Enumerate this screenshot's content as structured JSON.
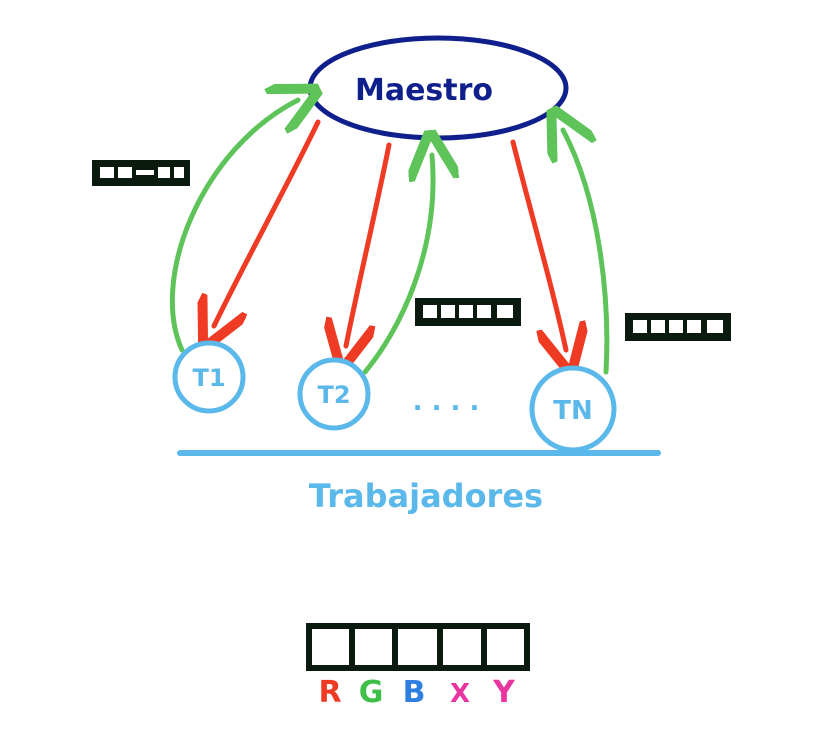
{
  "master": {
    "label": "Maestro",
    "color": "#0f1f8c"
  },
  "workers": [
    {
      "label": "T1"
    },
    {
      "label": "T2"
    },
    {
      "label": "TN"
    }
  ],
  "ellipsis": ". . . .",
  "workers_group_label": "Trabajadores",
  "worker_color": "#5bb8ea",
  "task_arrow_color": "#ef3b24",
  "result_arrow_color": "#5ec45a",
  "packet_color": "#0b1a0e",
  "legend_letters": [
    {
      "char": "R",
      "color": "#ef3b24"
    },
    {
      "char": "G",
      "color": "#3fbf4a"
    },
    {
      "char": "B",
      "color": "#2f7fe0"
    },
    {
      "char": "X",
      "color": "#e8359f"
    },
    {
      "char": "Y",
      "color": "#e8359f"
    }
  ]
}
